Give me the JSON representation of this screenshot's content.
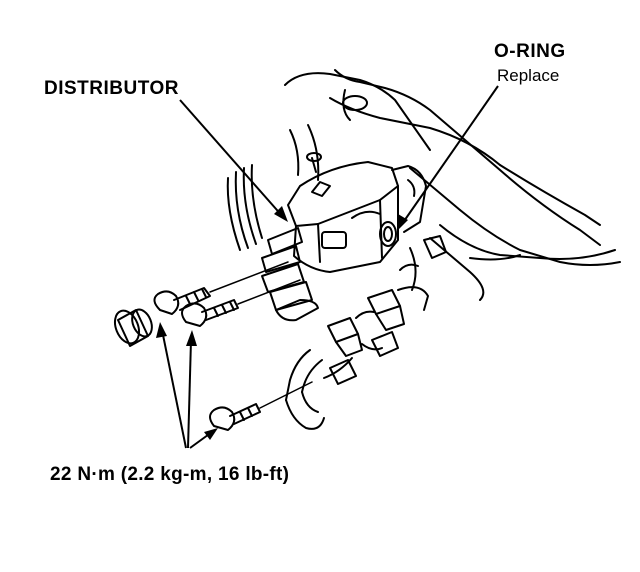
{
  "callouts": {
    "distributor": "DISTRIBUTOR",
    "oring": "O-RING",
    "oring_note": "Replace",
    "torque_spec": "22 N·m (2.2 kg-m, 16 lb-ft)"
  },
  "colors": {
    "ink": "#000000",
    "paper": "#ffffff"
  }
}
